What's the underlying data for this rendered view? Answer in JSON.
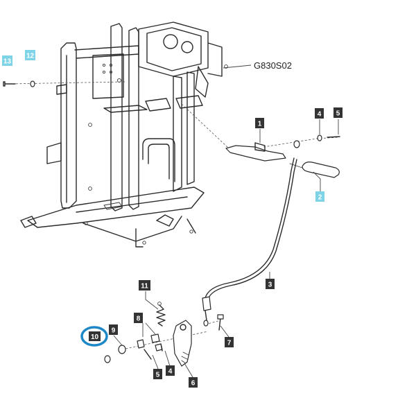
{
  "diagram_code": "G830S02",
  "callouts": {
    "c1": "1",
    "c2": "2",
    "c3": "3",
    "c4a": "4",
    "c5a": "5",
    "c4b": "4",
    "c5b": "5",
    "c6": "6",
    "c7": "7",
    "c8": "8",
    "c9": "9",
    "c10": "10",
    "c11": "11",
    "c12": "12",
    "c13": "13"
  },
  "colors": {
    "callout_dark": "#333333",
    "callout_light": "#7fd3e6",
    "highlight_ring": "#1e88c7",
    "line": "#2a2a2a"
  }
}
